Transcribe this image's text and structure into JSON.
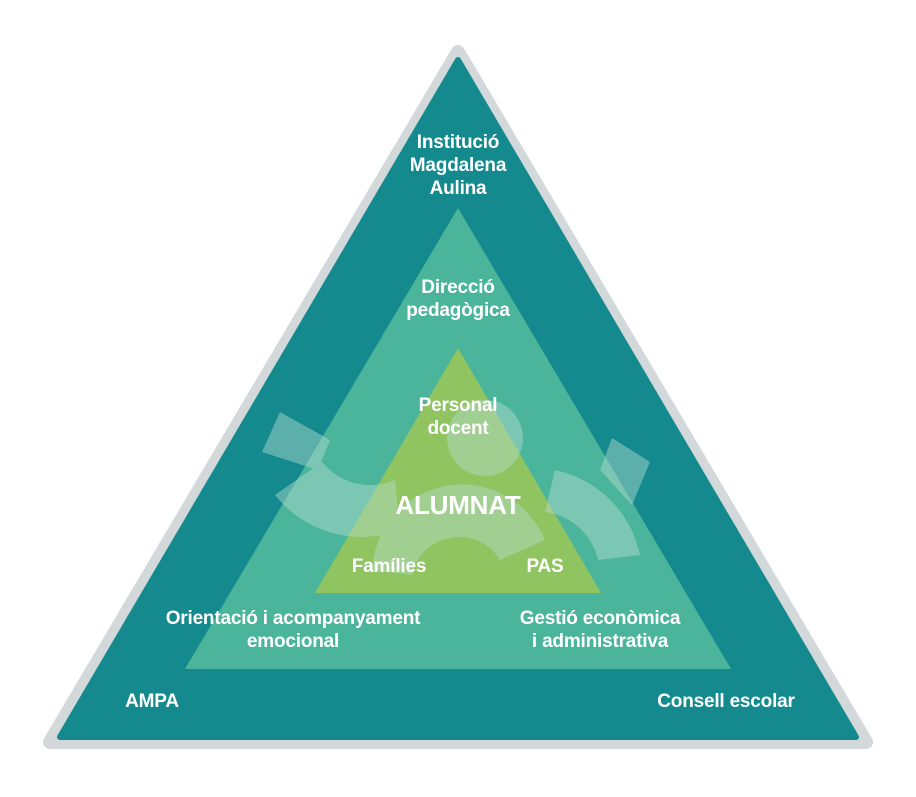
{
  "diagram": {
    "colors": {
      "outline": "#D3D8DA",
      "outer_layer": "#148A8E",
      "middle_layer": "#4AB59B",
      "inner_layer": "#8FC460",
      "watermark": "#B7DDD0",
      "text": "#FFFFFF"
    },
    "outer_layer": {
      "title_lines": [
        "Institució",
        "Magdalena",
        "Aulina"
      ],
      "bottom_left": "AMPA",
      "bottom_right": "Consell escolar"
    },
    "middle_layer": {
      "title_lines": [
        "Direcció",
        "pedagògica"
      ],
      "bottom_left_lines": [
        "Orientació i acompanyament",
        "emocional"
      ],
      "bottom_right_lines": [
        "Gestió econòmica",
        "i administrativa"
      ]
    },
    "inner_layer": {
      "top_lines": [
        "Personal",
        "docent"
      ],
      "center": "ALUMNAT",
      "bottom_left": "Famílies",
      "bottom_right": "PAS"
    }
  }
}
